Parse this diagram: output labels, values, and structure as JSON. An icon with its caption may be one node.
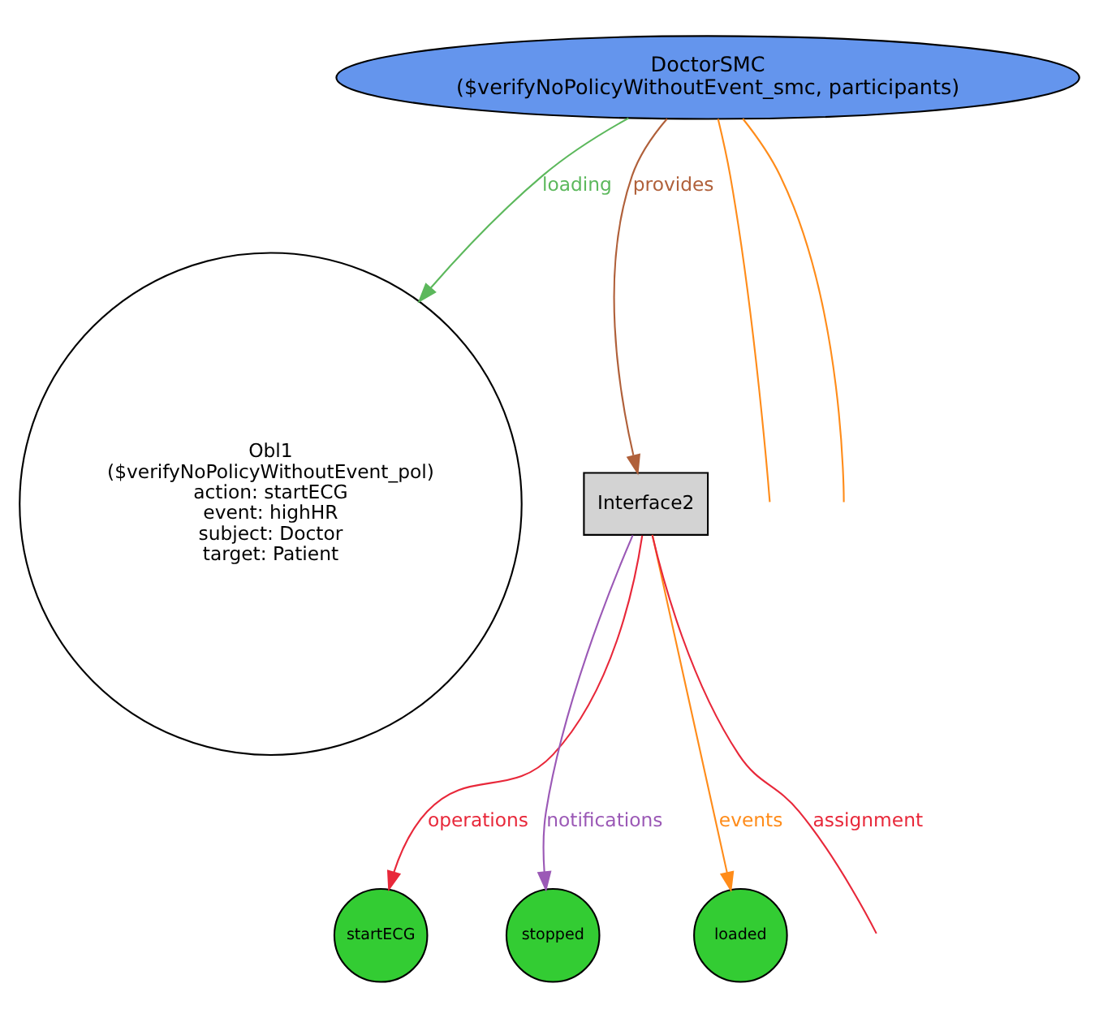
{
  "diagram": {
    "nodes": [
      {
        "text": [
          "DoctorSMC",
          "($verifyNoPolicyWithoutEvent_smc, participants)"
        ]
      },
      {
        "text": [
          "Obl1",
          "($verifyNoPolicyWithoutEvent_pol)",
          "action: startECG",
          "event: highHR",
          "subject: Doctor",
          "target: Patient"
        ]
      },
      {
        "text": [
          "Interface2"
        ]
      },
      {
        "text": [
          "startECG"
        ]
      },
      {
        "text": [
          "stopped"
        ]
      },
      {
        "text": [
          "loaded"
        ]
      }
    ],
    "edges": [
      {
        "from": 0,
        "to": null,
        "arrow": "none",
        "color": "#ff8c1a"
      },
      {
        "from": 0,
        "to": null,
        "arrow": "none",
        "color": "#ff8c1a"
      },
      {
        "from": 0,
        "to": 1,
        "label": "loading",
        "arrow": "to",
        "color": "#5cb85c"
      },
      {
        "from": 0,
        "to": 2,
        "label": "provides",
        "arrow": "to",
        "color": "#b0603a"
      },
      {
        "from": 2,
        "to": null,
        "label": "assignment",
        "arrow": "none",
        "color": "#e8283a"
      },
      {
        "from": 2,
        "to": 3,
        "label": "operations",
        "arrow": "to",
        "color": "#e8283a"
      },
      {
        "from": 2,
        "to": 4,
        "label": "notifications",
        "arrow": "to",
        "color": "#9b59b6"
      },
      {
        "from": 2,
        "to": 5,
        "label": "events",
        "arrow": "to",
        "color": "#ff8c1a"
      }
    ]
  }
}
